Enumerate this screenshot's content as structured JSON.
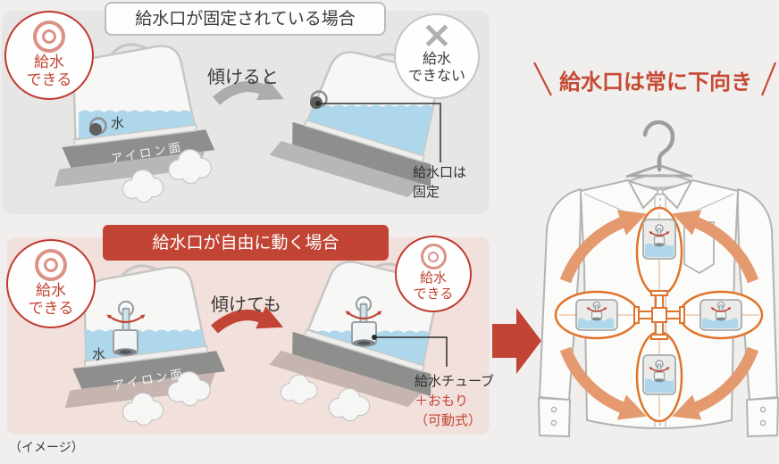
{
  "colors": {
    "accent_red": "#c14434",
    "title_red": "#c64a35",
    "panel_gray": "#e6e6e4",
    "panel_pink": "#f2e0dc",
    "water_blue": "#aed7ec",
    "rotation_orange": "#e49a6e",
    "oval_orange": "#e0742c",
    "soleplate_gray": "#8e8e8c"
  },
  "top_panel": {
    "title": "給水口が固定されている場合",
    "badge_can": {
      "line1": "給水",
      "line2": "できる"
    },
    "badge_cannot": {
      "glyph": "×",
      "line1": "給水",
      "line2": "できない"
    },
    "tilt_label": "傾けると",
    "water_label": "水",
    "soleplate_label": "アイロン面",
    "fixed_note_line1": "給水口は",
    "fixed_note_line2": "固定"
  },
  "bottom_panel": {
    "title": "給水口が自由に動く場合",
    "badge_can_left": {
      "line1": "給水",
      "line2": "できる"
    },
    "badge_can_right": {
      "line1": "給水",
      "line2": "できる"
    },
    "tilt_label": "傾けても",
    "water_label": "水",
    "soleplate_label": "アイロン面",
    "tube_note_line1": "給水チューブ",
    "tube_note_line2": "＋おもり",
    "tube_note_line3": "（可動式）"
  },
  "right_section": {
    "title": "給水口は常に下向き"
  },
  "caption": "（イメージ）"
}
